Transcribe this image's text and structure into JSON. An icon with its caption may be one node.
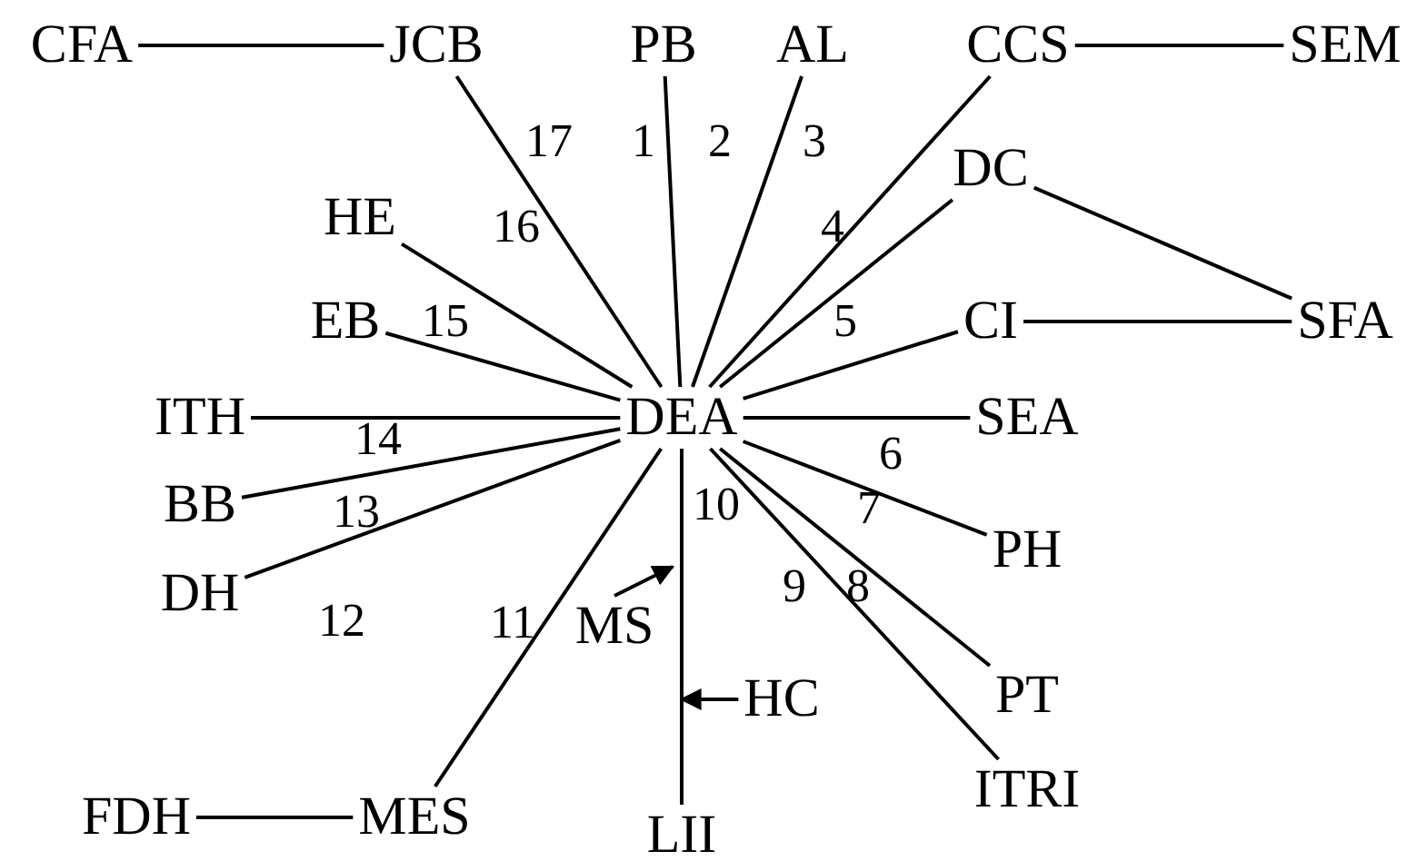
{
  "diagram": {
    "nodes": [
      {
        "text": [
          "CFA"
        ]
      },
      {
        "text": [
          "JCB"
        ]
      },
      {
        "text": [
          "PB"
        ]
      },
      {
        "text": [
          "AL"
        ]
      },
      {
        "text": [
          "CCS"
        ]
      },
      {
        "text": [
          "SEM"
        ]
      },
      {
        "text": [
          "DC"
        ]
      },
      {
        "text": [
          "HE"
        ]
      },
      {
        "text": [
          "EB"
        ]
      },
      {
        "text": [
          "CI"
        ]
      },
      {
        "text": [
          "SFA"
        ]
      },
      {
        "text": [
          "ITH"
        ]
      },
      {
        "text": [
          "DEA"
        ]
      },
      {
        "text": [
          "SEA"
        ]
      },
      {
        "text": [
          "BB"
        ]
      },
      {
        "text": [
          "PH"
        ]
      },
      {
        "text": [
          "DH"
        ]
      },
      {
        "text": [
          "MS"
        ]
      },
      {
        "text": [
          "PT"
        ]
      },
      {
        "text": [
          "HC"
        ]
      },
      {
        "text": [
          "ITRI"
        ]
      },
      {
        "text": [
          "FDH"
        ]
      },
      {
        "text": [
          "MES"
        ]
      },
      {
        "text": [
          "LII"
        ]
      }
    ],
    "edges": [
      {
        "from": 0,
        "to": 1,
        "arrow": "none"
      },
      {
        "from": 4,
        "to": 5,
        "arrow": "none"
      },
      {
        "from": 12,
        "to": 2,
        "arrow": "none",
        "label": "1"
      },
      {
        "from": 12,
        "to": 3,
        "arrow": "none",
        "label": "2"
      },
      {
        "from": 12,
        "to": 4,
        "arrow": "none",
        "label": "3"
      },
      {
        "from": 12,
        "to": 6,
        "arrow": "none",
        "label": "4"
      },
      {
        "from": 6,
        "to": 10,
        "arrow": "none"
      },
      {
        "from": 12,
        "to": 9,
        "arrow": "none",
        "label": "5"
      },
      {
        "from": 9,
        "to": 10,
        "arrow": "none"
      },
      {
        "from": 12,
        "to": 13,
        "arrow": "none",
        "label": "6"
      },
      {
        "from": 12,
        "to": 15,
        "arrow": "none",
        "label": "7"
      },
      {
        "from": 12,
        "to": 18,
        "arrow": "none",
        "label": "8"
      },
      {
        "from": 12,
        "to": 20,
        "arrow": "none",
        "label": "9"
      },
      {
        "from": 12,
        "to": 23,
        "arrow": "none",
        "label": "10"
      },
      {
        "from": 12,
        "to": 22,
        "arrow": "none",
        "label": "11"
      },
      {
        "from": 12,
        "to": 16,
        "arrow": "none",
        "label": "12"
      },
      {
        "from": 12,
        "to": 14,
        "arrow": "none",
        "label": "13"
      },
      {
        "from": 12,
        "to": 11,
        "arrow": "none",
        "label": "14"
      },
      {
        "from": 12,
        "to": 8,
        "arrow": "none",
        "label": "15"
      },
      {
        "from": 12,
        "to": 7,
        "arrow": "none",
        "label": "16"
      },
      {
        "from": 12,
        "to": 1,
        "arrow": "none",
        "label": "17"
      },
      {
        "from": 21,
        "to": 22,
        "arrow": "none"
      },
      {
        "from": 17,
        "to": null,
        "arrow": "to"
      },
      {
        "from": 19,
        "to": null,
        "arrow": "to"
      }
    ]
  }
}
